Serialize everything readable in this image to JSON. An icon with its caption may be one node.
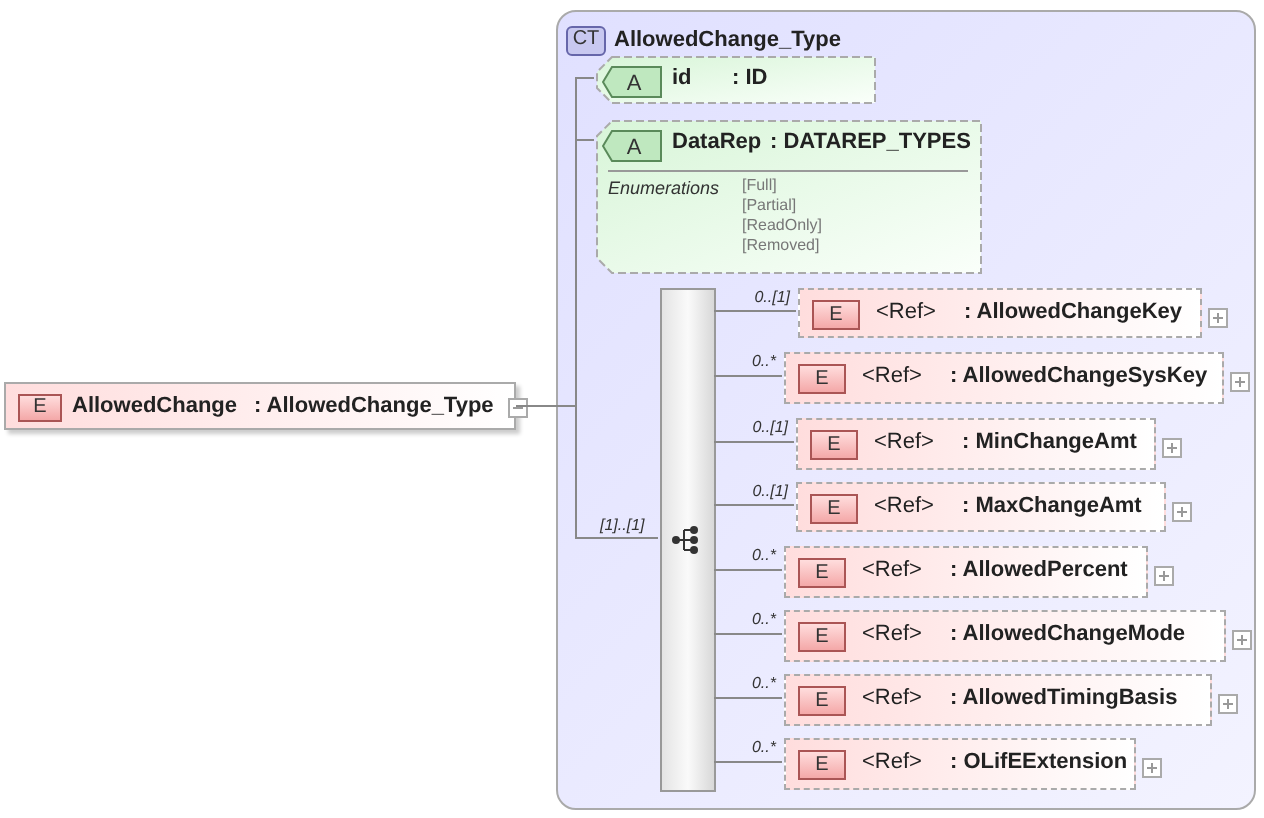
{
  "diagram": {
    "nodes": [
      {
        "text": [
          "E",
          "AllowedChange",
          ": AllowedChange_Type"
        ]
      },
      {
        "text": [
          "CT",
          "AllowedChange_Type"
        ]
      },
      {
        "text": [
          "A",
          "id",
          ": ID"
        ],
        "in": 1
      },
      {
        "text": [
          "A",
          "DataRep",
          ": DATAREP_TYPES",
          "Enumerations",
          "[Full]",
          "[Partial]",
          "[ReadOnly]",
          "[Removed]"
        ],
        "in": 1
      },
      {
        "text": [],
        "shape": "bar",
        "in": 1
      },
      {
        "text": [
          "E",
          "<Ref>",
          ": AllowedChangeKey"
        ],
        "in": 1
      },
      {
        "text": [
          "E",
          "<Ref>",
          ": AllowedChangeSysKey"
        ],
        "in": 1
      },
      {
        "text": [
          "E",
          "<Ref>",
          ": MinChangeAmt"
        ],
        "in": 1
      },
      {
        "text": [
          "E",
          "<Ref>",
          ": MaxChangeAmt"
        ],
        "in": 1
      },
      {
        "text": [
          "E",
          "<Ref>",
          ": AllowedPercent"
        ],
        "in": 1
      },
      {
        "text": [
          "E",
          "<Ref>",
          ": AllowedChangeMode"
        ],
        "in": 1
      },
      {
        "text": [
          "E",
          "<Ref>",
          ": AllowedTimingBasis"
        ],
        "in": 1
      },
      {
        "text": [
          "E",
          "<Ref>",
          ": OLifEExtension"
        ],
        "in": 1
      }
    ],
    "edges": [
      {
        "from": 0,
        "to": 2,
        "arrow": "none"
      },
      {
        "from": 0,
        "to": 3,
        "arrow": "none"
      },
      {
        "from": 0,
        "to": 4,
        "arrow": "none",
        "label": "[1]..[1]"
      },
      {
        "from": 4,
        "to": 5,
        "arrow": "none",
        "label": "0..[1]"
      },
      {
        "from": 4,
        "to": 6,
        "arrow": "none",
        "label": "0..*"
      },
      {
        "from": 4,
        "to": 7,
        "arrow": "none",
        "label": "0..[1]"
      },
      {
        "from": 4,
        "to": 8,
        "arrow": "none",
        "label": "0..[1]"
      },
      {
        "from": 4,
        "to": 9,
        "arrow": "none",
        "label": "0..*"
      },
      {
        "from": 4,
        "to": 10,
        "arrow": "none",
        "label": "0..*"
      },
      {
        "from": 4,
        "to": 11,
        "arrow": "none",
        "label": "0..*"
      },
      {
        "from": 4,
        "to": 12,
        "arrow": "none",
        "label": "0..*"
      }
    ]
  }
}
